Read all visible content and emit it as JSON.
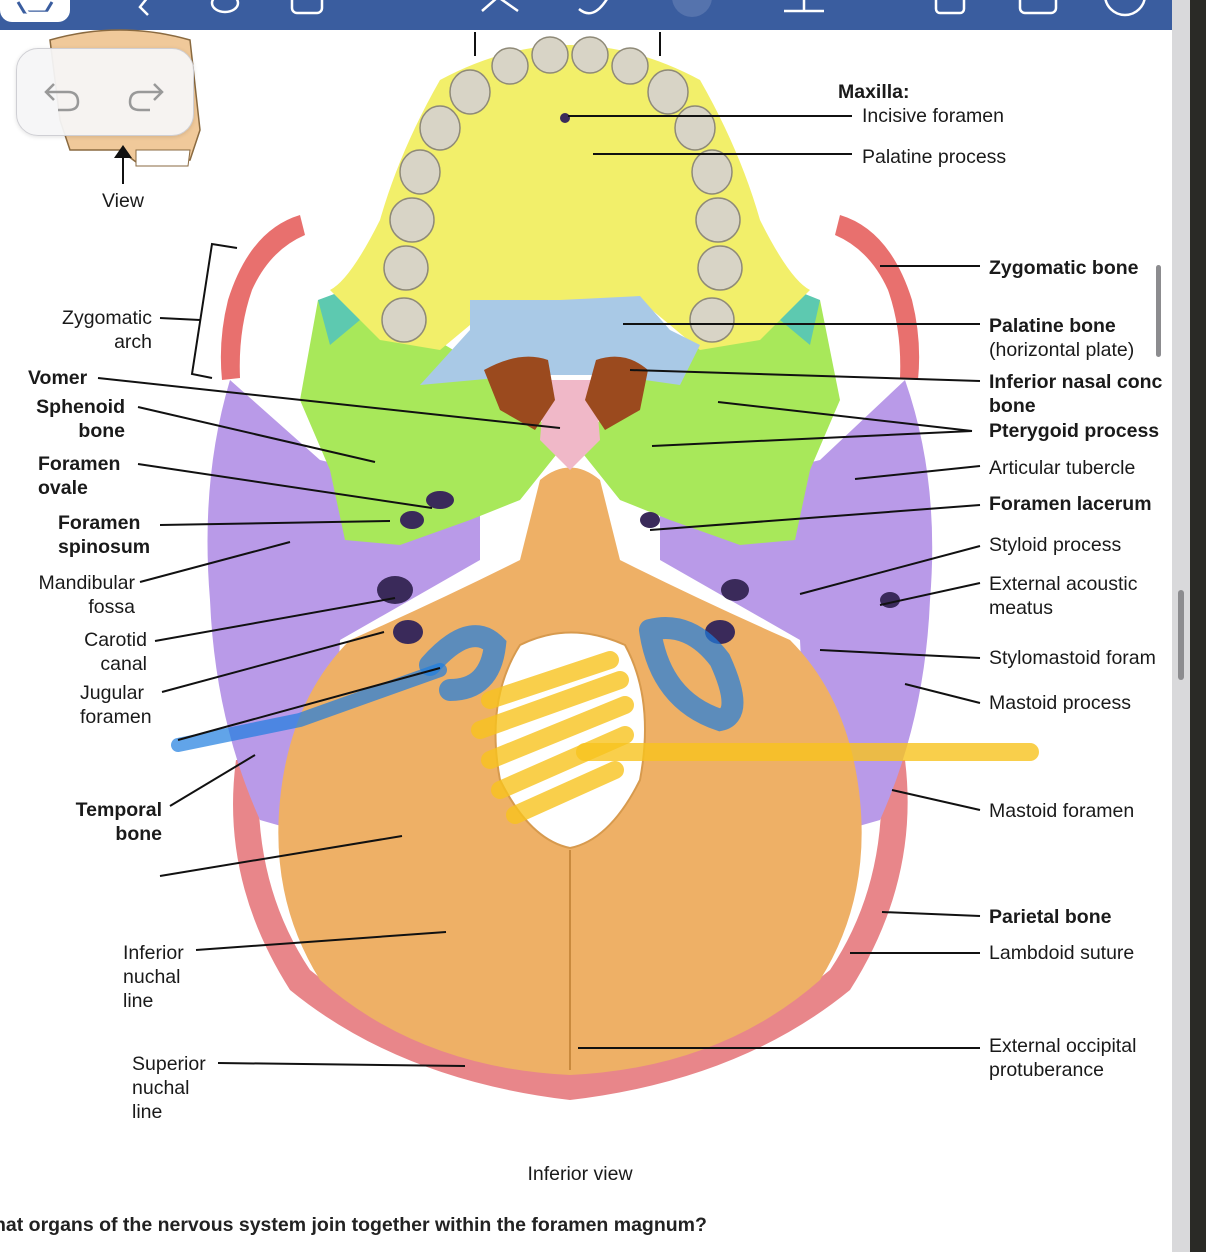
{
  "toolbar": {
    "color": "#3a5d9f",
    "icons": [
      "sidebar-icon",
      "back-icon",
      "lasso-icon",
      "shape-icon",
      "pen-icon",
      "highlighter-icon",
      "eraser-icon",
      "color-icon",
      "text-icon",
      "image-icon",
      "comment-icon",
      "more-icon"
    ]
  },
  "undo": {
    "undo_icon": "undo-icon",
    "redo_icon": "redo-icon"
  },
  "figure": {
    "view_label": "View",
    "caption": "Inferior view",
    "left_labels": [
      {
        "id": "zygomatic-arch",
        "text": "Zygomatic\narch",
        "bold": false
      },
      {
        "id": "vomer",
        "text": "Vomer",
        "bold": true
      },
      {
        "id": "sphenoid-bone",
        "text": "Sphenoid\nbone",
        "bold": true
      },
      {
        "id": "foramen-ovale",
        "text": "Foramen\novale",
        "bold": true
      },
      {
        "id": "foramen-spinosum",
        "text": "Foramen\nspinosum",
        "bold": true
      },
      {
        "id": "mandibular-fossa",
        "text": "Mandibular\nfossa",
        "bold": false
      },
      {
        "id": "carotid-canal",
        "text": "Carotid\ncanal",
        "bold": false
      },
      {
        "id": "jugular-foramen",
        "text": "Jugular\nforamen",
        "bold": false
      },
      {
        "id": "temporal-bone",
        "text": "Temporal\nbone",
        "bold": true
      },
      {
        "id": "inferior-nuchal-line",
        "text": "Inferior\nnuchal\nline",
        "bold": false
      },
      {
        "id": "superior-nuchal-line",
        "text": "Superior\nnuchal\nline",
        "bold": false
      }
    ],
    "right_labels": [
      {
        "id": "maxilla",
        "text": "Maxilla:",
        "bold": true
      },
      {
        "id": "incisive-foramen",
        "text": "Incisive foramen",
        "bold": false
      },
      {
        "id": "palatine-process",
        "text": "Palatine process",
        "bold": false
      },
      {
        "id": "zygomatic-bone",
        "text": "Zygomatic bone",
        "bold": true
      },
      {
        "id": "palatine-bone",
        "text": "Palatine bone",
        "bold": true
      },
      {
        "id": "horizontal-plate",
        "text": "(horizontal plate)",
        "bold": false
      },
      {
        "id": "inferior-nasal-concha",
        "text": "Inferior nasal conc\nbone",
        "bold": true
      },
      {
        "id": "pterygoid-process",
        "text": "Pterygoid process",
        "bold": true
      },
      {
        "id": "articular-tubercle",
        "text": "Articular tubercle",
        "bold": false
      },
      {
        "id": "foramen-lacerum",
        "text": "Foramen lacerum",
        "bold": true
      },
      {
        "id": "styloid-process",
        "text": "Styloid process",
        "bold": false
      },
      {
        "id": "external-acoustic-meatus",
        "text": "External acoustic\nmeatus",
        "bold": false
      },
      {
        "id": "stylomastoid-foramen",
        "text": "Stylomastoid foram",
        "bold": false
      },
      {
        "id": "mastoid-process",
        "text": "Mastoid process",
        "bold": false
      },
      {
        "id": "mastoid-foramen",
        "text": "Mastoid foramen",
        "bold": false
      },
      {
        "id": "parietal-bone",
        "text": "Parietal bone",
        "bold": true
      },
      {
        "id": "lambdoid-suture",
        "text": "Lambdoid suture",
        "bold": false
      },
      {
        "id": "external-occipital-protuberance",
        "text": "External occipital\nprotuberance",
        "bold": false
      }
    ],
    "colors": {
      "maxilla": "#f2ef6a",
      "zygomatic": "#e8706e",
      "palatine": "#a9c9e6",
      "sphenoid": "#a8e85a",
      "temporal": "#b99ae8",
      "occipital": "#eeb066",
      "parietal": "#e8868a",
      "vomer": "#f0b8c8",
      "concha": "#9b4a1e",
      "teeth": "#d8d4c6",
      "highlight_yellow": "#f7c31e",
      "highlight_blue": "#1e7ee0"
    }
  },
  "question": "hat organs of the nervous system join together within the foramen magnum?"
}
